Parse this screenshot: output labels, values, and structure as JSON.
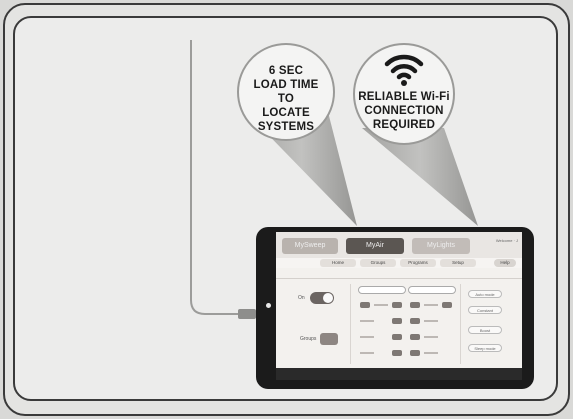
{
  "callouts": {
    "load_time": {
      "line1": "6 SEC",
      "line2": "LOAD TIME TO",
      "line3": "LOCATE",
      "line4": "SYSTEMS"
    },
    "wifi": {
      "line1": "RELIABLE Wi-Fi",
      "line2": "CONNECTION",
      "line3": "REQUIRED",
      "icon": "wifi-icon"
    }
  },
  "tablet_app": {
    "tabs": [
      "MySweep",
      "MyAir",
      "MyLights"
    ],
    "nav": [
      "Home",
      "Groups",
      "Programs",
      "Setup"
    ],
    "help": "Help",
    "welcome": "Welcome · J",
    "toggle_label": "On",
    "control_label": "Groups",
    "right_buttons": [
      "Auto mode",
      "Constant",
      "Boost",
      "Sleep mode"
    ],
    "colors": {
      "accent": "#5b5652",
      "frame": "#3a3a3a",
      "callout_bubble": "#f4f4f3"
    }
  }
}
